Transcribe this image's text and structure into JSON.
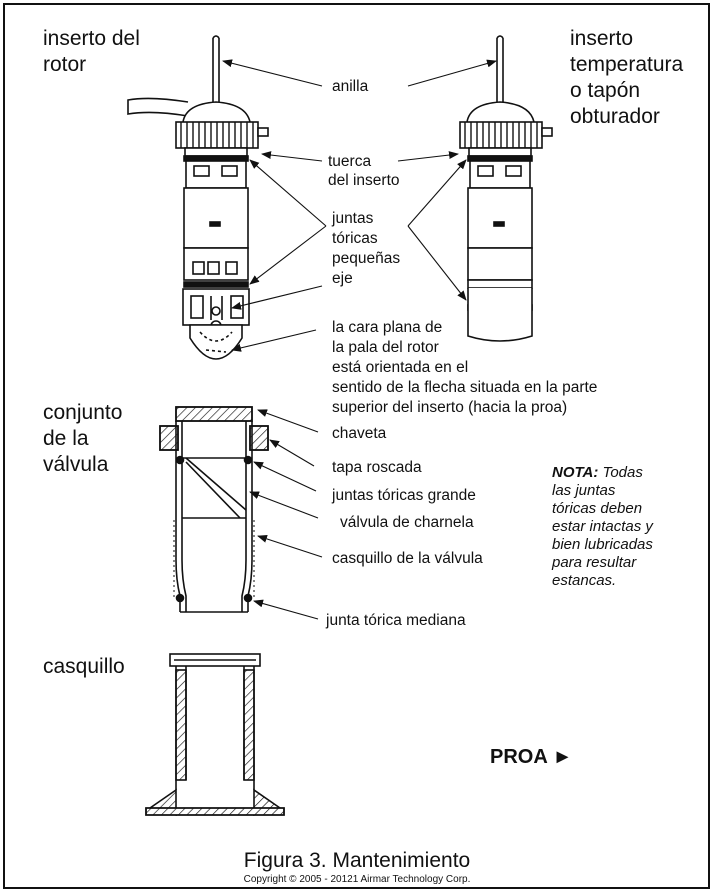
{
  "titles": {
    "rotor_insert": [
      "inserto del",
      "rotor"
    ],
    "temp_insert": [
      "inserto",
      "temperatura",
      "o tapón",
      "obturador"
    ],
    "valve_assembly": [
      "conjunto",
      "de la",
      "válvula"
    ],
    "housing": "casquillo"
  },
  "labels": {
    "anilla": "anilla",
    "tuerca": [
      "tuerca",
      "del inserto"
    ],
    "juntas_pequenas": [
      "juntas",
      "tóricas",
      "pequeñas"
    ],
    "eje": "eje",
    "cara_plana": [
      "la cara plana de",
      "la pala del rotor",
      "está orientada en el",
      "sentido de la flecha situada en la parte",
      "superior del inserto (hacia la proa)"
    ],
    "chaveta": "chaveta",
    "tapa": "tapa roscada",
    "juntas_grande": "juntas tóricas grande",
    "charnela": "válvula de charnela",
    "casquillo_valvula": "casquillo de la válvula",
    "junta_mediana": "junta tórica mediana"
  },
  "note": {
    "lead": "NOTA:",
    "lines": [
      " Todas",
      "las juntas",
      "tóricas deben",
      "estar intactas y",
      "bien lubricadas",
      "para resultar",
      "estancas."
    ]
  },
  "proa": "PROA ►",
  "figure_caption": "Figura 3. Mantenimiento",
  "copyright": "Copyright © 2005 - 20121 Airmar Technology Corp."
}
